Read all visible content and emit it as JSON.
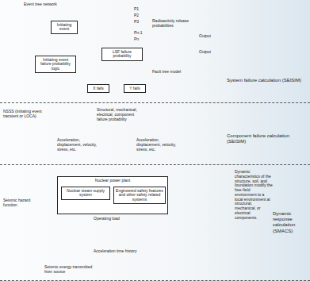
{
  "diagram": {
    "nodes": [
      {
        "text": [
          "System failure calculation (SEISIM)"
        ]
      },
      {
        "text": [
          "Component failure calculation (SEISIM)"
        ]
      },
      {
        "text": [
          "Dynamic response calculation (SMACS)"
        ]
      },
      {
        "text": [
          "Initiating event"
        ],
        "in": 0
      },
      {
        "text": [
          "Initiating event failure probability logic"
        ],
        "in": 0
      },
      {
        "text": [
          "LSF failure probability"
        ],
        "in": 0
      },
      {
        "text": [
          "X fails"
        ],
        "in": 0
      },
      {
        "text": [
          "Y fails"
        ],
        "in": 0
      },
      {
        "text": [
          "Nuclear power plant"
        ],
        "in": 2
      },
      {
        "text": [
          "Nuclear steam supply system"
        ],
        "in": 8
      },
      {
        "text": [
          "Engineered safety features and other safety related systems"
        ],
        "in": 8
      }
    ],
    "edges": [
      {
        "from": 4,
        "to": 3,
        "arrow": "to"
      },
      {
        "from": 6,
        "to": 5,
        "arrow": "none"
      },
      {
        "from": 7,
        "to": 5,
        "arrow": "none"
      }
    ],
    "labels": [
      "Event tree network",
      "P1",
      "P2",
      "P3",
      "Pn-1",
      "Pn",
      "Radioactivity release probabilities",
      "Output",
      "Output",
      "Fault tree model",
      "NSSS (initiating event transient or LOCA)",
      "Structural, mechanical, electrical, component failure probability",
      "Acceleration, displacement, velocity, stress, etc.",
      "Acceleration, displacement, velocity, stress, etc.",
      "Seismic hazard function",
      "Operating load",
      "Acceleration time history",
      "Seismic energy transmitted from source",
      "Dynamic characteristics of the structure, soil, and foundation modify the free-field environment to a local environment at structural, mechanical, or electrical components."
    ]
  }
}
